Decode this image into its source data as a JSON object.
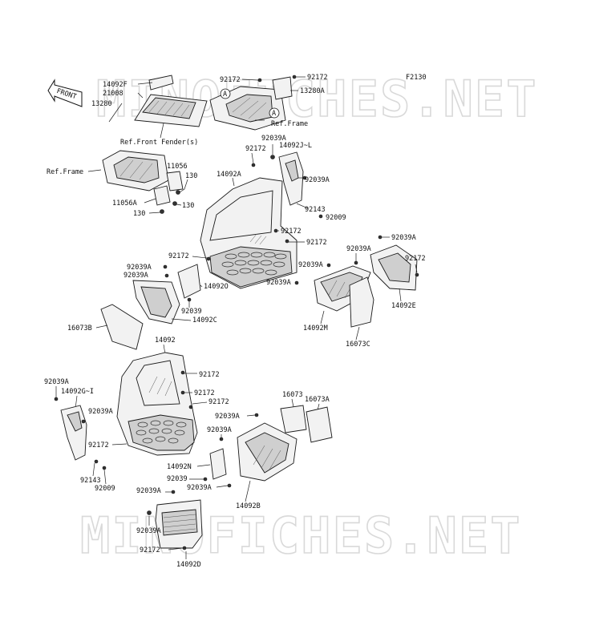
{
  "figure_code": "F2130",
  "front_label": "FRONT",
  "watermark": "MINOFICHES.NET",
  "callouts": {
    "a1": "A",
    "a2": "A"
  },
  "refs": {
    "ref_frame_top": "Ref.Frame",
    "ref_front_fender": "Ref.Front Fender(s)",
    "ref_frame_left": "Ref.Frame"
  },
  "labels": {
    "p14092F": "14092F",
    "p21008": "21008",
    "p13280": "13280",
    "p92172_t1": "92172",
    "p92172_t2": "92172",
    "p13280A": "13280A",
    "p92039A_t": "92039A",
    "p14092JL": "14092J~L",
    "p92172_t3": "92172",
    "p11056": "11056",
    "p130_a": "130",
    "p11056A": "11056A",
    "p130_b": "130",
    "p130_c": "130",
    "p14092A": "14092A",
    "p92039A_r": "92039A",
    "p92143_r": "92143",
    "p92009_r": "92009",
    "p92172_m1": "92172",
    "p92172_m2": "92172",
    "p92039A_e1": "92039A",
    "p92039A_e2": "92039A",
    "p92172_e": "92172",
    "p92039A_e3": "92039A",
    "p92039A_e4": "92039A",
    "p14092E": "14092E",
    "p92172_c": "92172",
    "p92039A_c1": "92039A",
    "p92039A_c2": "92039A",
    "p14092O": "14092O",
    "p92039_c": "92039",
    "p14092C": "14092C",
    "p16073B": "16073B",
    "p14092M": "14092M",
    "p16073C": "16073C",
    "p14092": "14092",
    "p92172_b1": "92172",
    "p92172_b2": "92172",
    "p92172_b3": "92172",
    "p92039A_l1": "92039A",
    "p14092GI": "14092G~I",
    "p92039A_l2": "92039A",
    "p92172_l": "92172",
    "p92143_l": "92143",
    "p92009_l": "92009",
    "p16073": "16073",
    "p16073A": "16073A",
    "p92039A_b1": "92039A",
    "p92039A_b2": "92039A",
    "p14092N": "14092N",
    "p92039_b": "92039",
    "p92039A_b3": "92039A",
    "p92039A_b4": "92039A",
    "p14092B": "14092B",
    "p92039A_d": "92039A",
    "p92172_d": "92172",
    "p14092D": "14092D"
  }
}
